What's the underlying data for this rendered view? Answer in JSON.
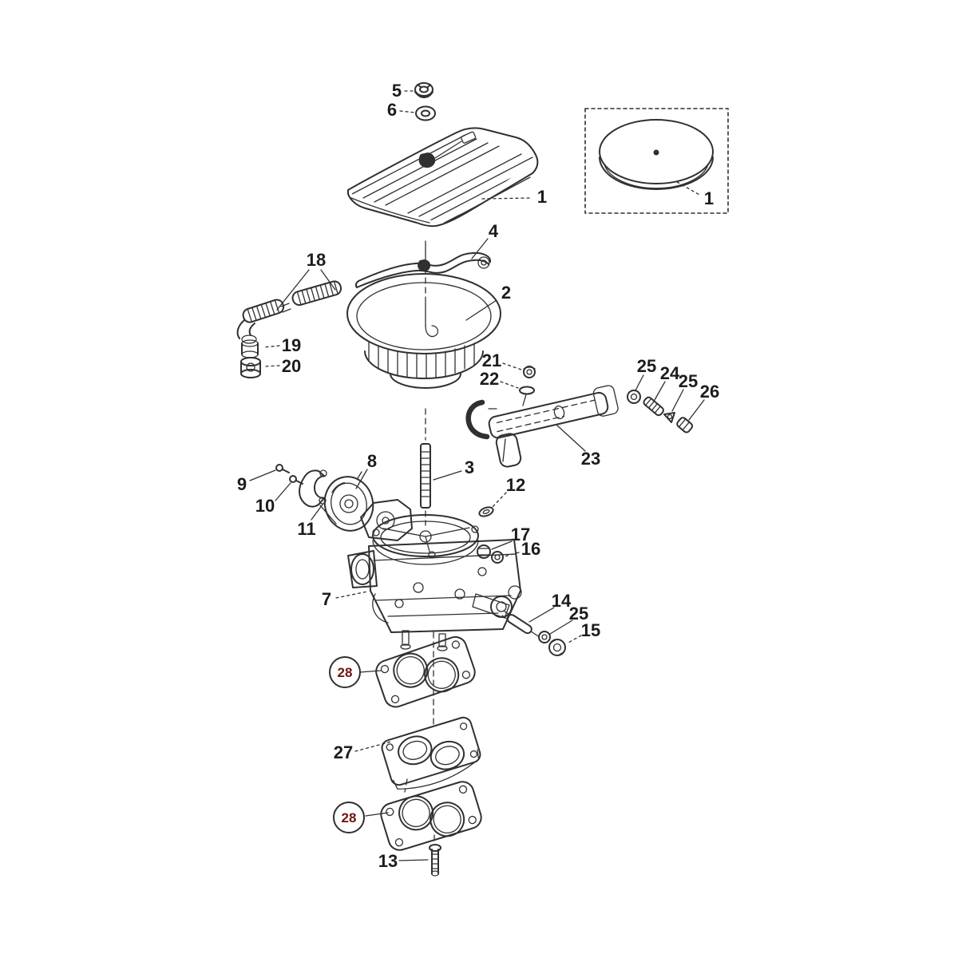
{
  "page": {
    "background": "#ffffff"
  },
  "colors": {
    "line": "#303030",
    "label_text": "#1c1c1c",
    "highlight_fill": "#f2a19f",
    "highlight_stroke": "#da6a66",
    "highlight_text": "#701311"
  },
  "callouts": {
    "c5": "5",
    "c6": "6",
    "c1_cover": "1",
    "c1_alt": "1",
    "c4": "4",
    "c18": "18",
    "c19": "19",
    "c20": "20",
    "c2": "2",
    "c21": "21",
    "c22": "22",
    "c23": "23",
    "c25_a": "25",
    "c24": "24",
    "c25_b": "25",
    "c26": "26",
    "c9": "9",
    "c10": "10",
    "c11": "11",
    "c8": "8",
    "c3": "3",
    "c12": "12",
    "c17": "17",
    "c16": "16",
    "c7": "7",
    "c14": "14",
    "c25_c": "25",
    "c15": "15",
    "c28_upper": "28",
    "c27": "27",
    "c28_lower": "28",
    "c13": "13"
  }
}
